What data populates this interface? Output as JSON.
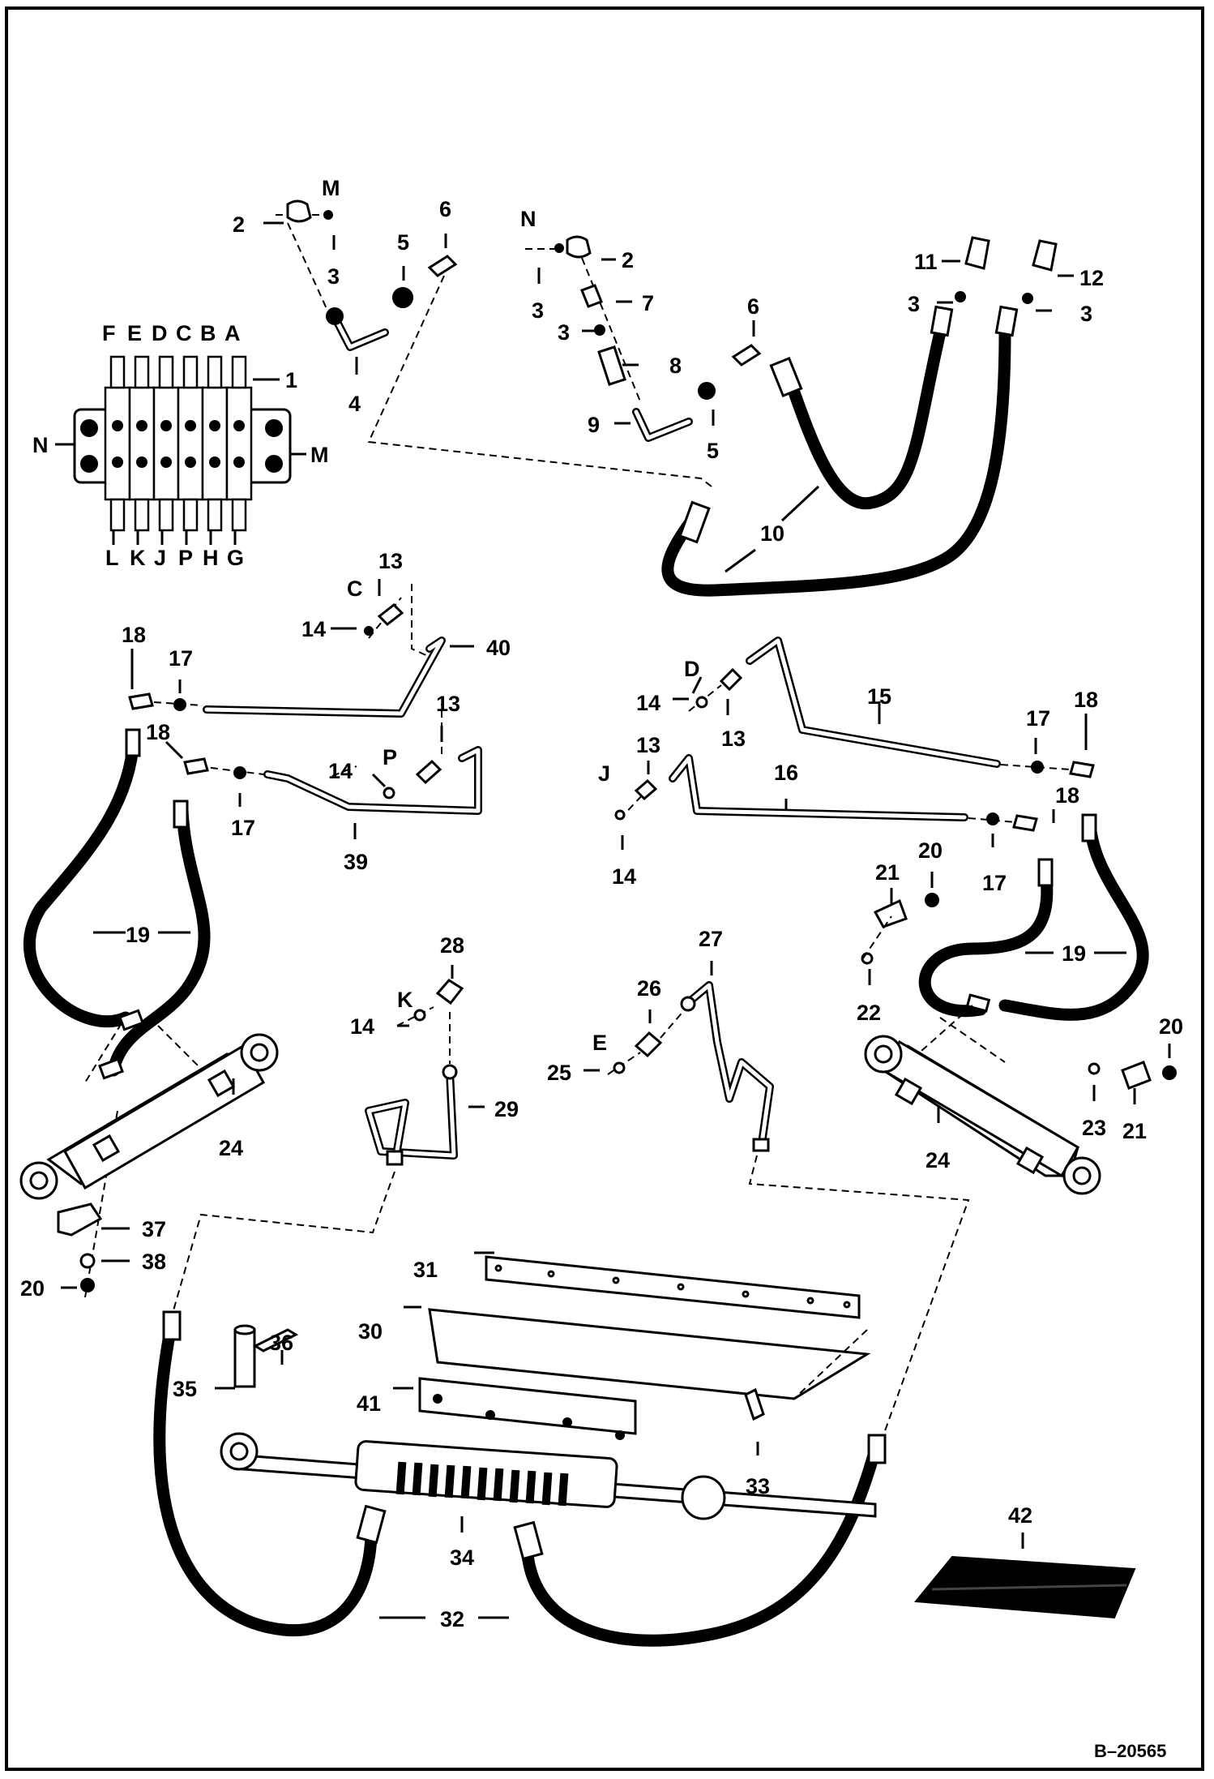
{
  "figure": {
    "reference": "B–20565"
  },
  "callouts": {
    "c1": "1",
    "c2": "2",
    "c3": "3",
    "c4": "4",
    "c5": "5",
    "c6": "6",
    "c7": "7",
    "c8": "8",
    "c9": "9",
    "c10": "10",
    "c11": "11",
    "c12": "12",
    "c13": "13",
    "c14": "14",
    "c15": "15",
    "c16": "16",
    "c17": "17",
    "c18": "18",
    "c19": "19",
    "c20": "20",
    "c21": "21",
    "c22": "22",
    "c23": "23",
    "c24": "24",
    "c25": "25",
    "c26": "26",
    "c27": "27",
    "c28": "28",
    "c29": "29",
    "c30": "30",
    "c31": "31",
    "c32": "32",
    "c33": "33",
    "c34": "34",
    "c35": "35",
    "c36": "36",
    "c37": "37",
    "c38": "38",
    "c39": "39",
    "c40": "40",
    "c41": "41",
    "c42": "42"
  },
  "ports": {
    "A": "A",
    "B": "B",
    "C": "C",
    "D": "D",
    "E": "E",
    "F": "F",
    "G": "G",
    "H": "H",
    "J": "J",
    "K": "K",
    "L": "L",
    "M": "M",
    "N": "N",
    "P": "P"
  }
}
